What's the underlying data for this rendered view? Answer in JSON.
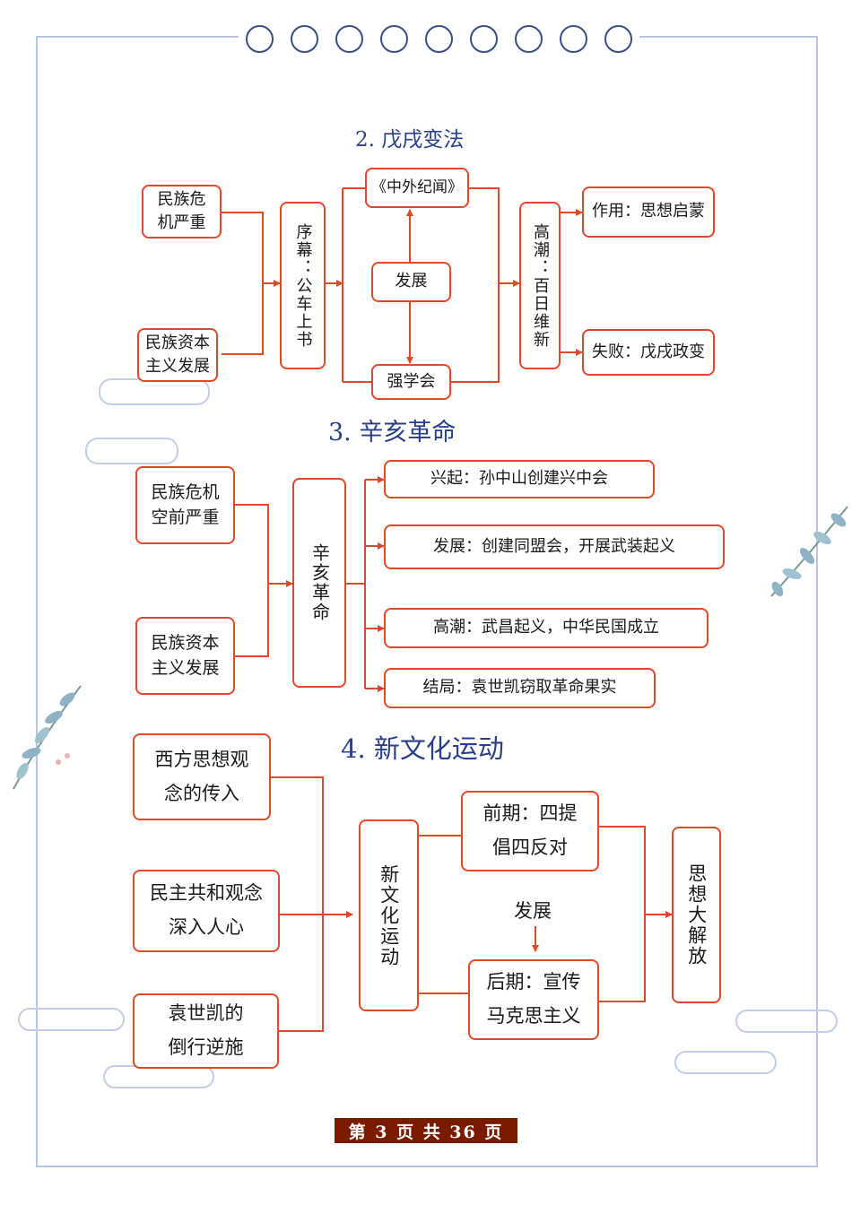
{
  "colors": {
    "line": "#e04a2a",
    "title": "#2a3f8a",
    "frame": "#b8c6e0"
  },
  "sections": {
    "wuxu": {
      "title": "2. 戊戌变法",
      "cause1": "民族危机严重",
      "cause2": "民族资本主义发展",
      "prelude": "序幕：公车上书",
      "newspaper": "《中外纪闻》",
      "develop": "发展",
      "society": "强学会",
      "climax": "高潮：百日维新",
      "effect": "作用：思想启蒙",
      "failure": "失败：戊戌政变"
    },
    "xinhai": {
      "title": "3. 辛亥革命",
      "cause1": "民族危机空前严重",
      "cause2": "民族资本主义发展",
      "center": "辛亥革命",
      "rise": "兴起：孙中山创建兴中会",
      "develop": "发展：创建同盟会，开展武装起义",
      "climax": "高潮：武昌起义，中华民国成立",
      "ending": "结局：袁世凯窃取革命果实"
    },
    "xinwenhua": {
      "title": "4. 新文化运动",
      "cause1": "西方思想观念的传入",
      "cause2": "民主共和观念深入人心",
      "cause3": "袁世凯的倒行逆施",
      "center": "新文化运动",
      "early": "前期：四提倡四反对",
      "develop": "发展",
      "late": "后期：宣传马克思主义",
      "result": "思想大解放"
    }
  },
  "footer": {
    "text": "第 3 页 共 36 页"
  }
}
